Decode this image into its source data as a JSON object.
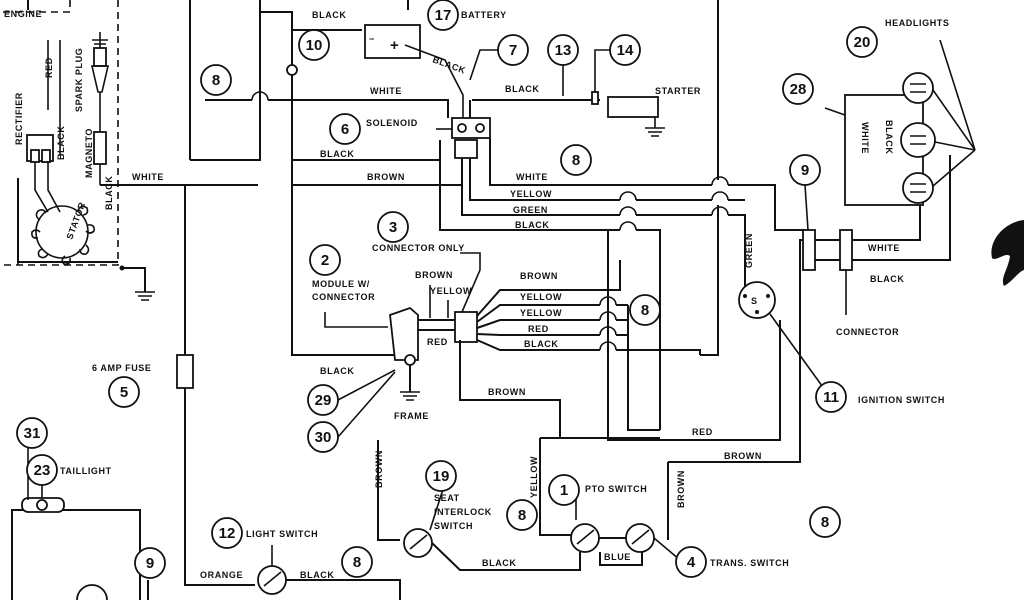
{
  "labels": {
    "engine": "ENGINE",
    "rectifier": "RECTIFIER",
    "red": "RED",
    "black": "BLACK",
    "spark_plug": "SPARK PLUG",
    "magneto": "MAGNETO",
    "stator": "STATOR",
    "white": "WHITE",
    "battery": "BATTERY",
    "solenoid": "SOLENOID",
    "starter": "STARTER",
    "brown": "BROWN",
    "yellow": "YELLOW",
    "green": "GREEN",
    "connector_only": "CONNECTOR ONLY",
    "module_line1": "MODULE W/",
    "module_line2": "CONNECTOR",
    "fuse": "6 AMP FUSE",
    "frame": "FRAME",
    "headlights": "HEADLIGHTS",
    "connector": "CONNECTOR",
    "ignition_switch": "IGNITION SWITCH",
    "pto_switch": "PTO SWITCH",
    "blue": "BLUE",
    "trans_switch": "TRANS. SWITCH",
    "seat_line1": "SEAT",
    "seat_line2": "INTERLOCK",
    "seat_line3": "SWITCH",
    "light_switch": "LIGHT SWITCH",
    "orange": "ORANGE",
    "taillight": "TAILLIGHT",
    "plus": "+",
    "minus": "−",
    "s": "S"
  },
  "callouts": {
    "c1": "1",
    "c2": "2",
    "c3": "3",
    "c4": "4",
    "c5": "5",
    "c6": "6",
    "c7": "7",
    "c8": "8",
    "c9": "9",
    "c10": "10",
    "c11": "11",
    "c12": "12",
    "c13": "13",
    "c14": "14",
    "c17": "17",
    "c19": "19",
    "c20": "20",
    "c23": "23",
    "c28": "28",
    "c29": "29",
    "c30": "30",
    "c31": "31"
  }
}
